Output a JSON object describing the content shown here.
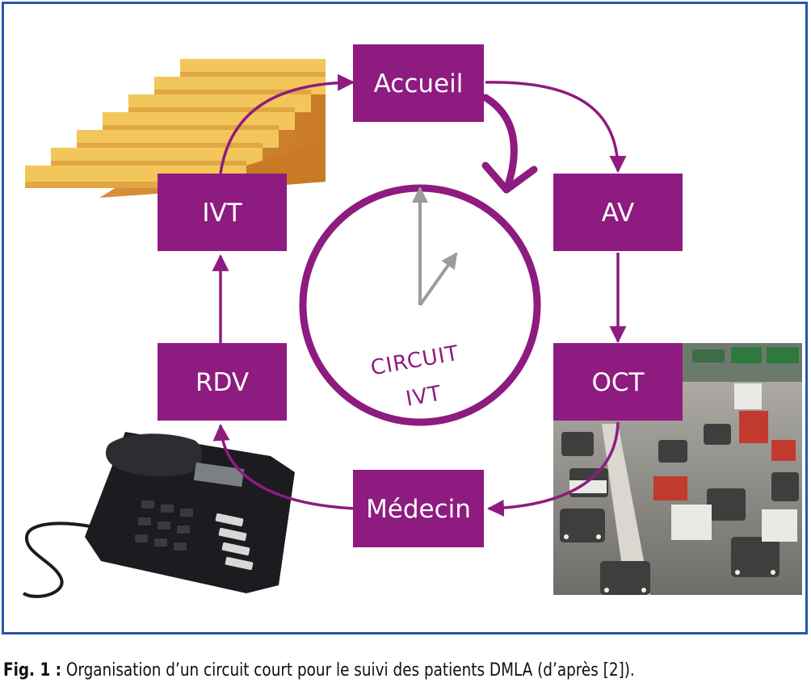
{
  "nodes": {
    "accueil": "Accueil",
    "av": "AV",
    "oct": "OCT",
    "medecin": "Médecin",
    "rdv": "RDV",
    "ivt": "IVT"
  },
  "circuit": {
    "line1": "CIRCUIT",
    "line2": "IVT"
  },
  "caption": {
    "prefix": "Fig. 1 :",
    "text": " Organisation d’un circuit court pour le suivi des patients DMLA (d’après [2])."
  },
  "colors": {
    "accent": "#8e1b80",
    "border": "#2a57a8",
    "clock_hands": "#9b9b9b"
  },
  "icons": [
    "staircase-icon",
    "desk-phone-icon",
    "traffic-jam-photo",
    "clock-icon"
  ]
}
